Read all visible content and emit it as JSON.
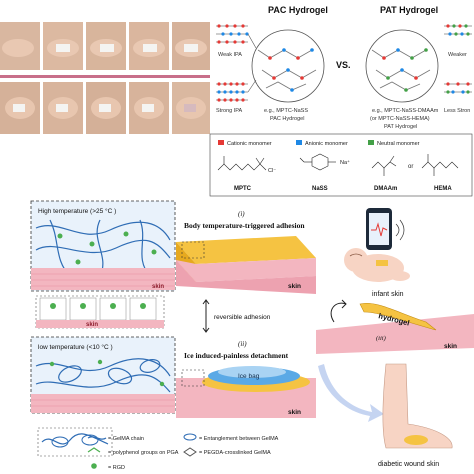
{
  "top": {
    "pac_title": "PAC Hydrogel",
    "pat_title": "PAT Hydrogel",
    "vs": "VS.",
    "weak_ipa": "Weak IPA",
    "strong_ipa": "Strong IPA",
    "weaker": "Weaker",
    "less_strong": "Less Stron",
    "pac_eg_1": "e.g., MPTC-NaSS",
    "pac_eg_2": "PAC Hydrogel",
    "pat_eg_1": "e.g., MPTC-NaSS-DMAAm",
    "pat_eg_2": "(or MPTC-NaSS-HEMA)",
    "pat_eg_3": "PAT Hydrogel",
    "legend_cationic": "Cationic monomer",
    "legend_anionic": "Anionic monomer",
    "legend_neutral": "Neutral monomer",
    "chem_mptc": "MPTC",
    "chem_nass": "NaSS",
    "chem_dmaam": "DMAAm",
    "chem_hema": "HEMA",
    "chem_or": "or",
    "chem_cl": "Cl⁻",
    "chem_na": "Na⁺",
    "colors": {
      "cationic": "#e53935",
      "anionic": "#1e88e5",
      "neutral": "#43a047"
    }
  },
  "bottom": {
    "high_temp": "High temperature (>25 °C )",
    "low_temp": "low temperature (<10 °C )",
    "step_i": "(i)",
    "step_i_title": "Body temperature-triggered adhesion",
    "step_ii": "(ii)",
    "step_ii_title": "Ice induced-painless detachment",
    "reversible": "reversible adhesion",
    "ice_bag": "Ice bag",
    "skin": "skin",
    "step_iii": "(iii)",
    "hydrogel": "hydrogel",
    "infant_skin": "infant skin",
    "diabetic_skin": "diabetic wound skin",
    "legend_gelma": "= GelMA chain",
    "legend_entangle": "= Entanglement between GelMA",
    "legend_polyphenol": "= polyphenol groups on PGA",
    "legend_pegda": "= PEGDA-crosslinked GelMA",
    "legend_rgd": "= RGD",
    "colors": {
      "skin_pink": "#f3b6c0",
      "hydrogel_yellow": "#f5c342",
      "ice_blue": "#5aa9e6",
      "gelma_blue": "#2f6db5",
      "rgd_green": "#4caf50"
    }
  }
}
